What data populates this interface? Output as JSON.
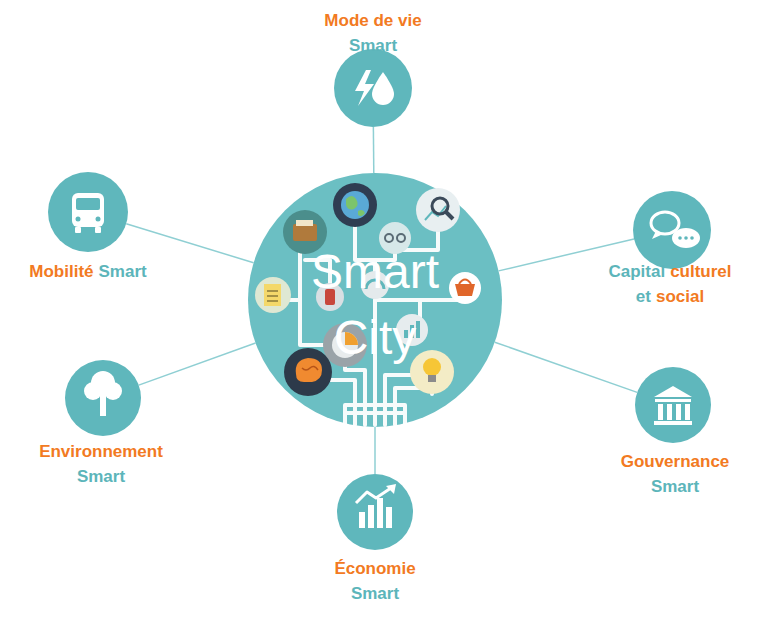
{
  "diagram": {
    "nodes": [
      {
        "text": [
          "Smart City"
        ]
      },
      {
        "text": [
          "Mode de vie",
          "Smart"
        ]
      },
      {
        "text": [
          "Mobilité",
          "Smart"
        ]
      },
      {
        "text": [
          "Capital",
          "culturel",
          "et",
          "social"
        ]
      },
      {
        "text": [
          "Environnement",
          "Smart"
        ]
      },
      {
        "text": [
          "Gouvernance",
          "Smart"
        ]
      },
      {
        "text": [
          "Économie",
          "Smart"
        ]
      }
    ],
    "edges": [
      {
        "from": 0,
        "to": 1,
        "arrow": "none"
      },
      {
        "from": 0,
        "to": 2,
        "arrow": "none"
      },
      {
        "from": 0,
        "to": 3,
        "arrow": "none"
      },
      {
        "from": 0,
        "to": 4,
        "arrow": "none"
      },
      {
        "from": 0,
        "to": 5,
        "arrow": "none"
      },
      {
        "from": 0,
        "to": 6,
        "arrow": "none"
      }
    ]
  }
}
